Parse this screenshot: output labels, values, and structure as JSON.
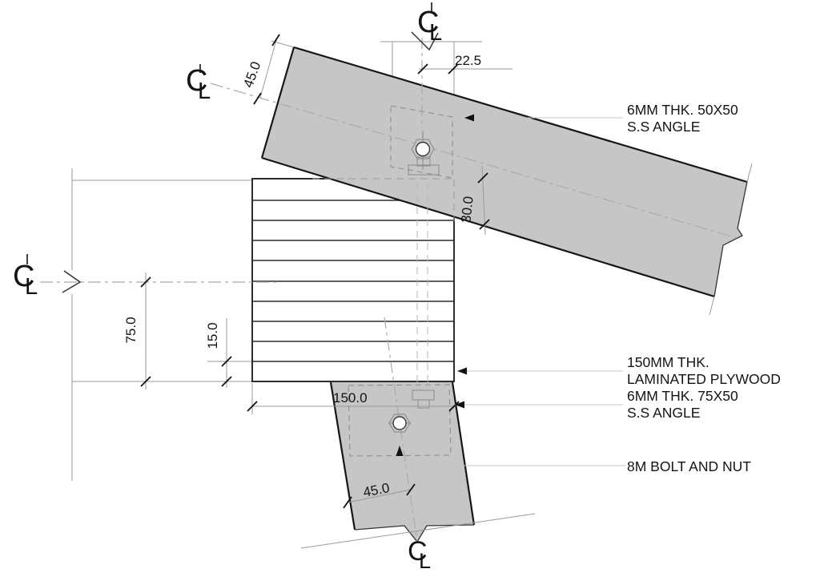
{
  "drawing": {
    "cl": {
      "c": "C",
      "l": "L"
    },
    "dims": {
      "beam_half_width": "45.0",
      "cl_offset": "22.5",
      "angle_leg": "30.0",
      "ply_half": "75.0",
      "ply_layer": "15.0",
      "ply_width": "150.0",
      "member_half_width": "45.0"
    },
    "labels": {
      "upper_angle_1": "6MM THK. 50X50",
      "upper_angle_2": "S.S ANGLE",
      "plywood_1": "150MM THK.",
      "plywood_2": "LAMINATED PLYWOOD",
      "lower_angle_1": "6MM THK. 75X50",
      "lower_angle_2": "S.S ANGLE",
      "bolt": "8M BOLT AND NUT"
    },
    "colors": {
      "member_fill": "#c6c6c6",
      "outline": "#161616",
      "thin_line": "#9a9a9a",
      "leader_line": "#c4c4c4",
      "centerline": "#ababab",
      "hidden_line": "#999999",
      "text": "#141414"
    }
  }
}
